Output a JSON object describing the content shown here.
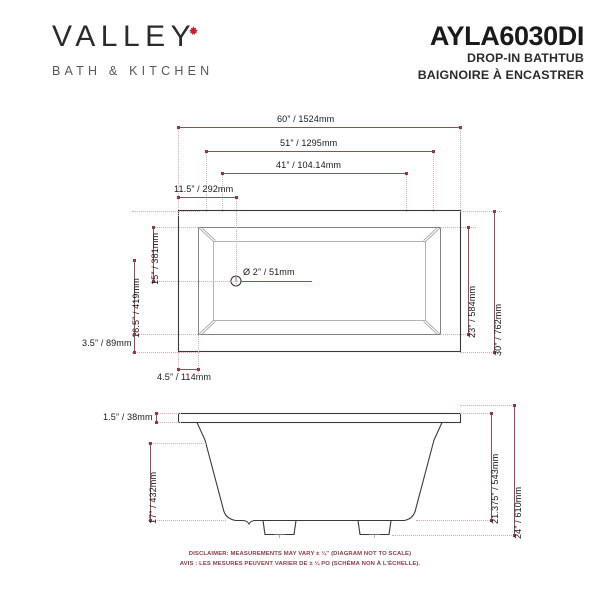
{
  "brand": {
    "name": "VALLEY",
    "tagline": "BATH & KITCHEN",
    "leaf_icon": "maple-leaf",
    "leaf_color": "#c8202e"
  },
  "product": {
    "model": "AYLA6030DI",
    "type_en": "DROP-IN BATHTUB",
    "type_fr": "BAIGNOIRE À ENCASTRER"
  },
  "colors": {
    "dimension_line": "#9e4a55",
    "extension_line": "#e2a7b0",
    "outline": "#3a3a3a",
    "disclaimer": "#8e3b46"
  },
  "top_view": {
    "label": "top-view",
    "dimensions": {
      "overall_length": "60” / 1524mm",
      "rim_length": "51” / 1295mm",
      "basin_length": "41” / 104.14mm",
      "drain_offset_x": "11.5” / 292mm",
      "basin_width": "15” / 381mm",
      "drain_offset_y": "16.5” / 419mm",
      "rim_edge_bottom": "3.5” / 89mm",
      "rim_edge_left": "4.5” / 114mm",
      "inner_width": "23” / 584mm",
      "overall_width": "30” / 762mm"
    },
    "drain_callout": "Ø 2” / 51mm"
  },
  "side_view": {
    "label": "side-elevation-view",
    "dimensions": {
      "rim_thickness": "1.5” / 38mm",
      "basin_depth": "17” / 432mm",
      "body_height": "21.375” / 543mm",
      "overall_height": "24” / 610mm"
    }
  },
  "disclaimer": {
    "line_en": "DISCLAIMER: MEASUREMENTS MAY VARY ± ¼” (DIAGRAM NOT TO SCALE)",
    "line_fr": "AVIS : LES MESURES PEUVENT VARIER DE ± ¼ PO (SCHÉMA NON À L’ÉCHELLE)."
  }
}
